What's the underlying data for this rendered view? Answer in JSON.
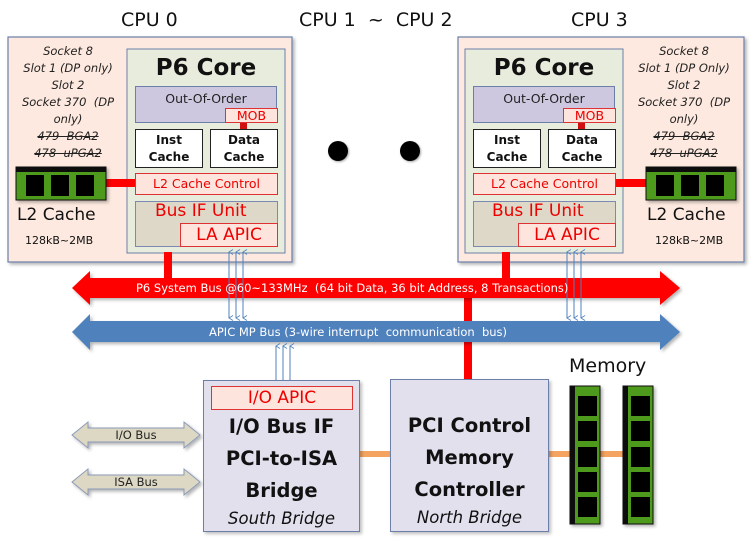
{
  "title_center": "CPU 1  ~  CPU 2",
  "cpus": [
    {
      "title": "CPU 0",
      "sockets": [
        "Socket 8",
        "Slot 1 (DP only)",
        "Slot 2",
        "Socket 370  (DP",
        "only)"
      ],
      "sockets_struck": [
        "479  BGA2",
        "478  uPGA2"
      ],
      "l2_label": "L2 Cache",
      "l2_size": "128kB~2MB",
      "core_title": "P6 Core",
      "ooo": "Out-Of-Order",
      "mob": "MOB",
      "inst_cache": [
        "Inst",
        "Cache"
      ],
      "data_cache": [
        "Data",
        "Cache"
      ],
      "l2_control": "L2 Cache Control",
      "bus_if": "Bus IF Unit",
      "la_apic": "LA APIC"
    },
    {
      "title": "CPU 3",
      "sockets": [
        "Socket 8",
        "Slot 1 (DP Only)",
        "Slot 2",
        "Socket 370  (DP",
        "only)"
      ],
      "sockets_struck": [
        "479  BGA2",
        "478  uPGA2"
      ],
      "l2_label": "L2 Cache",
      "l2_size": "128kB~2MB",
      "core_title": "P6 Core",
      "ooo": "Out-Of-Order",
      "mob": "MOB",
      "inst_cache": [
        "Inst",
        "Cache"
      ],
      "data_cache": [
        "Data",
        "Cache"
      ],
      "l2_control": "L2 Cache Control",
      "bus_if": "Bus IF Unit",
      "la_apic": "LA APIC"
    }
  ],
  "system_bus": "P6 System Bus @60~133MHz  (64 bit Data, 36 bit Address, 8 Transactions)",
  "apic_bus": "APIC MP Bus (3-wire interrupt  communication  bus)",
  "south_bridge": {
    "io_apic": "I/O APIC",
    "lines": [
      "I/O Bus IF",
      "PCI-to-ISA",
      "Bridge"
    ],
    "subtitle": "South Bridge"
  },
  "north_bridge": {
    "lines": [
      "PCI Control",
      "Memory",
      "Controller"
    ],
    "subtitle": "North Bridge"
  },
  "io_bus": "I/O Bus",
  "isa_bus": "ISA Bus",
  "memory_label": "Memory",
  "colors": {
    "system_bus": "#ff0000",
    "apic_bus": "#4f81bd",
    "cpu_bg": "#fde9df",
    "core_bg": "#e8ecdc",
    "bridge_bg": "#e3e0ee",
    "memory_green": "#4e9a1a",
    "link_orange": "#f4a460"
  }
}
